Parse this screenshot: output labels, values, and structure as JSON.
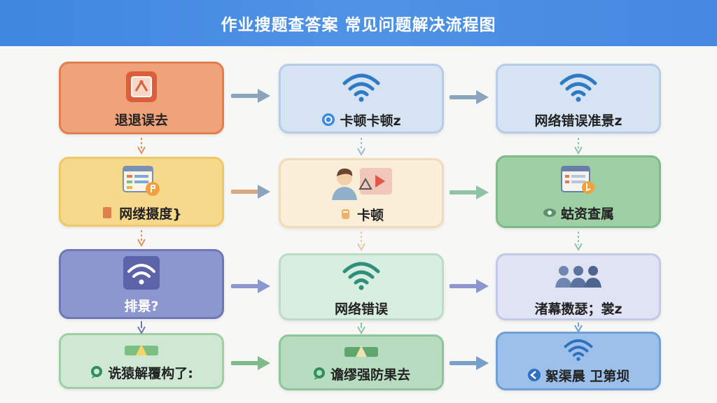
{
  "header": {
    "title": "作业搜题查答案 常见问题解决流程图"
  },
  "nodes": {
    "r1c1": {
      "label": "退退误去"
    },
    "r1c2": {
      "label": "卡顿卡顿z"
    },
    "r1c3": {
      "label": "网络错误准景z"
    },
    "r2c1": {
      "label": "网缕摄度}"
    },
    "r2c2": {
      "label": "卡顿"
    },
    "r2c3": {
      "label": "蛄资查属"
    },
    "r3c1": {
      "label": "排景?"
    },
    "r3c2": {
      "label": "网络错误"
    },
    "r3c3": {
      "label": "渚幕擞瑟；裳z"
    },
    "r4c1": {
      "label": "诜猿解覆构了:"
    },
    "r4c2": {
      "label": "谵缪强防果去"
    },
    "r4c3": {
      "label": "絮渠晨 卫第坝"
    }
  },
  "colors": {
    "orange": "#f0a27a",
    "yellow": "#f7d98c",
    "purple": "#8d97cf",
    "green": "#9fcfa5",
    "light_blue": "#d5e3f3",
    "cream": "#fbeed8",
    "mint": "#d7eee0",
    "blue": "#9cc0ea"
  }
}
